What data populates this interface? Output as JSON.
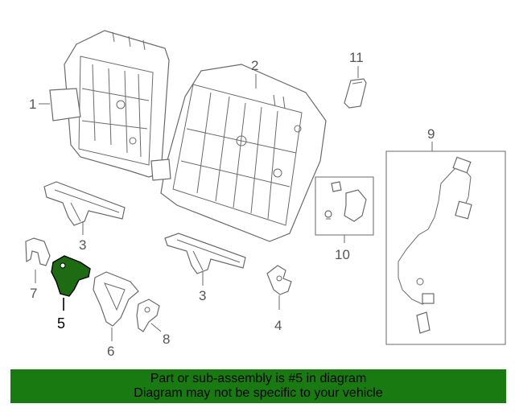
{
  "callouts": {
    "c1": "1",
    "c2": "2",
    "c3a": "3",
    "c3b": "3",
    "c4": "4",
    "c5": "5",
    "c6": "6",
    "c7": "7",
    "c8": "8",
    "c9": "9",
    "c10": "10",
    "c11": "11"
  },
  "highlighted_part": "5",
  "banner": {
    "line1": "Part or sub-assembly is #5 in diagram",
    "line2": "Diagram may not be specific to your vehicle"
  },
  "colors": {
    "banner": "#1a7a12",
    "highlight": "#1d6b12",
    "line": "#6a6a6a"
  }
}
